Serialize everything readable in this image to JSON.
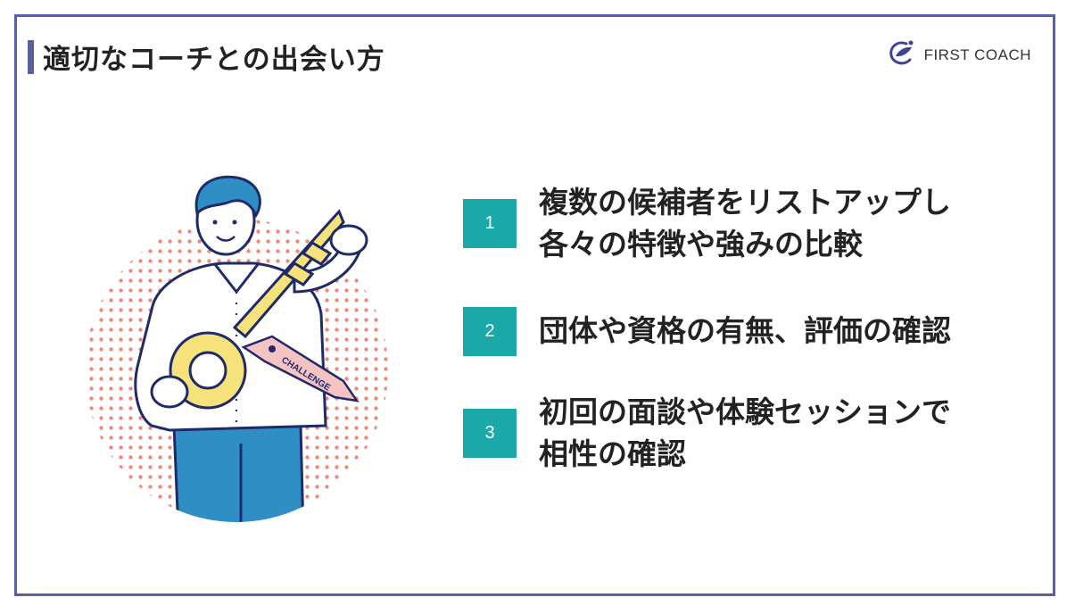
{
  "header": {
    "title": "適切なコーチとの出会い方",
    "logo_text": "FIRST COACH",
    "logo_icon": "leaf-c-logo-icon"
  },
  "illustration": {
    "tag_text": "CHALLENGE",
    "colors": {
      "dots": "#f08a78",
      "key": "#f6e27a",
      "shirt_outline": "#1e2a6a",
      "pants": "#2f8fc4",
      "tag": "#f6c3c3"
    }
  },
  "list": {
    "items": [
      {
        "number": "1",
        "lines": [
          "複数の候補者をリストアップし",
          "各々の特徴や強みの比較"
        ]
      },
      {
        "number": "2",
        "lines": [
          "団体や資格の有無、評価の確認"
        ]
      },
      {
        "number": "3",
        "lines": [
          "初回の面談や体験セッションで",
          "相性の確認"
        ]
      }
    ]
  },
  "colors": {
    "frame": "#5a5fa3",
    "badge": "#1aa8a8",
    "text": "#222222"
  }
}
